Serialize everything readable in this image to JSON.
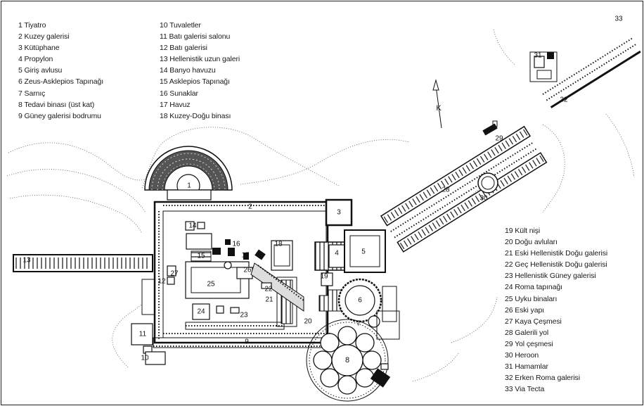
{
  "legend_top_left": [
    "1 Tiyatro",
    "2 Kuzey galerisi",
    "3 Kütüphane",
    "4 Propylon",
    "5 Giriş avlusu",
    "6 Zeus-Asklepios Tapınağı",
    "7 Sarnıç",
    "8 Tedavi binası (üst kat)",
    "9 Güney galerisi bodrumu"
  ],
  "legend_top_center": [
    "10 Tuvaletler",
    "11 Batı galerisi salonu",
    "12 Batı galerisi",
    "13 Hellenistik uzun galeri",
    "14 Banyo havuzu",
    "15 Asklepios Tapınağı",
    "16 Sunaklar",
    "17 Havuz",
    "18 Kuzey-Doğu binası"
  ],
  "legend_right": [
    "19 Kült nişi",
    "20 Doğu avluları",
    "21 Eski Hellenistik Doğu galerisi",
    "22 Geç Hellenistik Doğu galerisi",
    "23 Hellenistik Güney galerisi",
    "24 Roma tapınağı",
    "25 Uyku binaları",
    "26 Eski yapı",
    "27 Kaya Çeşmesi",
    "28 Galerili yol",
    "29 Yol çeşmesi",
    "30 Heroon",
    "31 Hamamlar",
    "32 Erken Roma galerisi",
    "33 Via Tecta"
  ],
  "north_label": "K",
  "map_numbers": {
    "n1": "1",
    "n2": "2",
    "n3": "3",
    "n4": "4",
    "n5": "5",
    "n6": "6",
    "n7": "7",
    "n8": "8",
    "n9": "9",
    "n10": "10",
    "n11": "11",
    "n12": "12",
    "n13": "13",
    "n14": "14",
    "n15": "15",
    "n16": "16",
    "n17": "17",
    "n18": "18",
    "n19": "19",
    "n20": "20",
    "n21": "21",
    "n22": "22",
    "n23": "23",
    "n24": "24",
    "n25": "25",
    "n26": "26",
    "n27": "27",
    "n28": "28",
    "n29": "29",
    "n30": "30",
    "n31": "31",
    "n32": "32",
    "n33": "33"
  }
}
